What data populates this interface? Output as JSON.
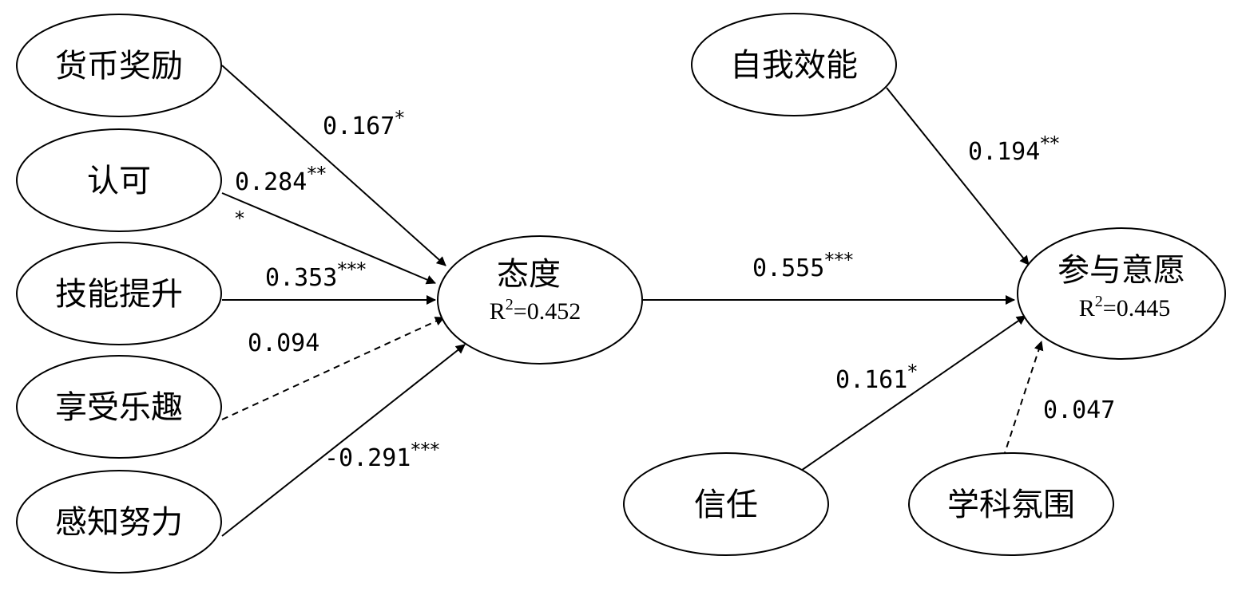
{
  "nodes": {
    "monetary": {
      "label": "货币奖励"
    },
    "recognition": {
      "label": "认可"
    },
    "skill": {
      "label": "技能提升"
    },
    "enjoyment": {
      "label": "享受乐趣"
    },
    "effort": {
      "label": "感知努力"
    },
    "attitude": {
      "label": "态度",
      "r2_prefix": "R",
      "r2_sup": "2",
      "r2_value": "=0.452"
    },
    "efficacy": {
      "label": "自我效能"
    },
    "intention": {
      "label": "参与意愿",
      "r2_prefix": "R",
      "r2_sup": "2",
      "r2_value": "=0.445"
    },
    "trust": {
      "label": "信任"
    },
    "climate": {
      "label": "学科氛围"
    }
  },
  "edges": {
    "monetary_attitude": {
      "coef": "0.167",
      "sig": "*"
    },
    "recognition_attitude": {
      "coef": "0.284",
      "sig": "**",
      "sig_extra": "*"
    },
    "skill_attitude": {
      "coef": "0.353",
      "sig": "***"
    },
    "enjoyment_attitude": {
      "coef": "0.094",
      "sig": ""
    },
    "effort_attitude": {
      "coef": "-0.291",
      "sig": "***"
    },
    "attitude_intention": {
      "coef": "0.555",
      "sig": "***"
    },
    "efficacy_intention": {
      "coef": "0.194",
      "sig": "**"
    },
    "trust_intention": {
      "coef": "0.161",
      "sig": "*"
    },
    "climate_intention": {
      "coef": "0.047",
      "sig": ""
    }
  },
  "colors": {
    "stroke": "#000000",
    "background": "#ffffff"
  }
}
